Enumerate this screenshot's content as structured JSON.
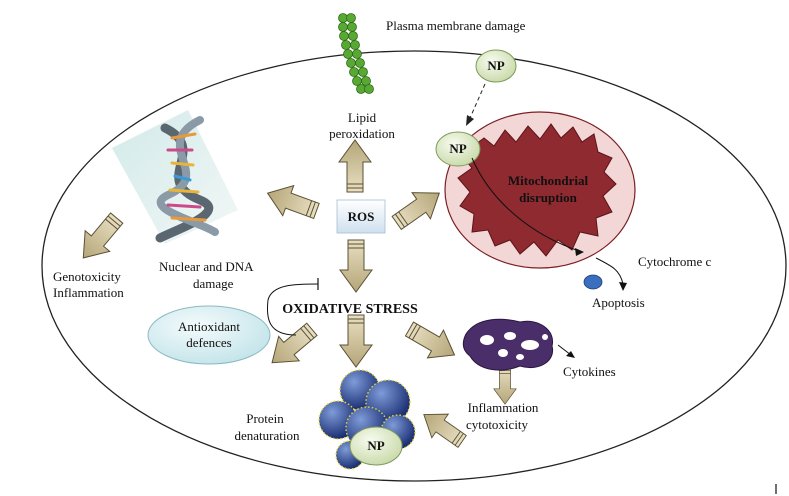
{
  "labels": {
    "plasma_membrane": "Plasma membrane damage",
    "np_top": "NP",
    "np_mito": "NP",
    "np_protein": "NP",
    "lipid_1": "Lipid",
    "lipid_2": "peroxidation",
    "mito_1": "Mitochondrial",
    "mito_2": "disruption",
    "ros": "ROS",
    "cytochrome": "Cytochrome c",
    "apoptosis": "Apoptosis",
    "genotox_1": "Genotoxicity",
    "genotox_2": "Inflammation",
    "nuclear_1": "Nuclear and DNA",
    "nuclear_2": "damage",
    "oxidative": "OXIDATIVE STRESS",
    "antiox_1": "Antioxidant",
    "antiox_2": "defences",
    "cytokines": "Cytokines",
    "inflam_1": "Inflammation",
    "inflam_2": "cytotoxicity",
    "protein_1": "Protein",
    "protein_2": "denaturation"
  },
  "colors": {
    "cell_outline": "#222222",
    "mito_outer": "#f3d6d6",
    "mito_inner": "#8e2a30",
    "np_fill": "#dde9c8",
    "antiox_fill": "#dcf0f3",
    "ros_box": "#dbe8f3",
    "arrow_fill": "#c9bb93",
    "arrow_stroke": "#5a5035",
    "beads": "#55a630",
    "protein_blue": "#1d3580",
    "protein_dot": "#e8d830",
    "cyto_cell": "#4a2e6a",
    "apoptosis_blue": "#3a6fbf"
  }
}
